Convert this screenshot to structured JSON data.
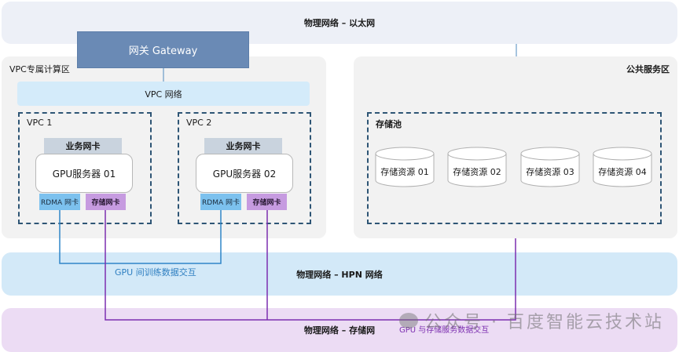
{
  "title": "GPU 集群网络架构",
  "bands": {
    "ethernet": "物理网络 – 以太网",
    "hpn": "物理网络 – HPN 网络",
    "storage": "物理网络 – 存储网"
  },
  "gateway": {
    "label": "网关 Gateway"
  },
  "vpc_zone": {
    "title": "VPC专属计算区",
    "network_label": "VPC 网络",
    "vpcs": [
      {
        "name": "VPC 1",
        "business_nic": "业务网卡",
        "server": "GPU服务器 01",
        "rdma_nic": "RDMA 网卡",
        "storage_nic": "存储网卡"
      },
      {
        "name": "VPC 2",
        "business_nic": "业务网卡",
        "server": "GPU服务器 02",
        "rdma_nic": "RDMA 网卡",
        "storage_nic": "存储网卡"
      }
    ]
  },
  "public_zone": {
    "title": "公共服务区",
    "pool_title": "存储池",
    "resources": [
      "存储资源 01",
      "存储资源 02",
      "存储资源 03",
      "存储资源 04"
    ]
  },
  "links": {
    "gpu_training": "GPU 间训练数据交互",
    "gpu_storage": "GPU 与存储服务数据交互"
  },
  "watermark": "公众号 · 百度智能云技术站",
  "colors": {
    "gateway": "#6a8ab5",
    "rdma_link": "#2f86c8",
    "storage_link": "#7c2fb0",
    "hpn_band": "#d3e9f8",
    "storage_band": "#ecdcf4"
  }
}
